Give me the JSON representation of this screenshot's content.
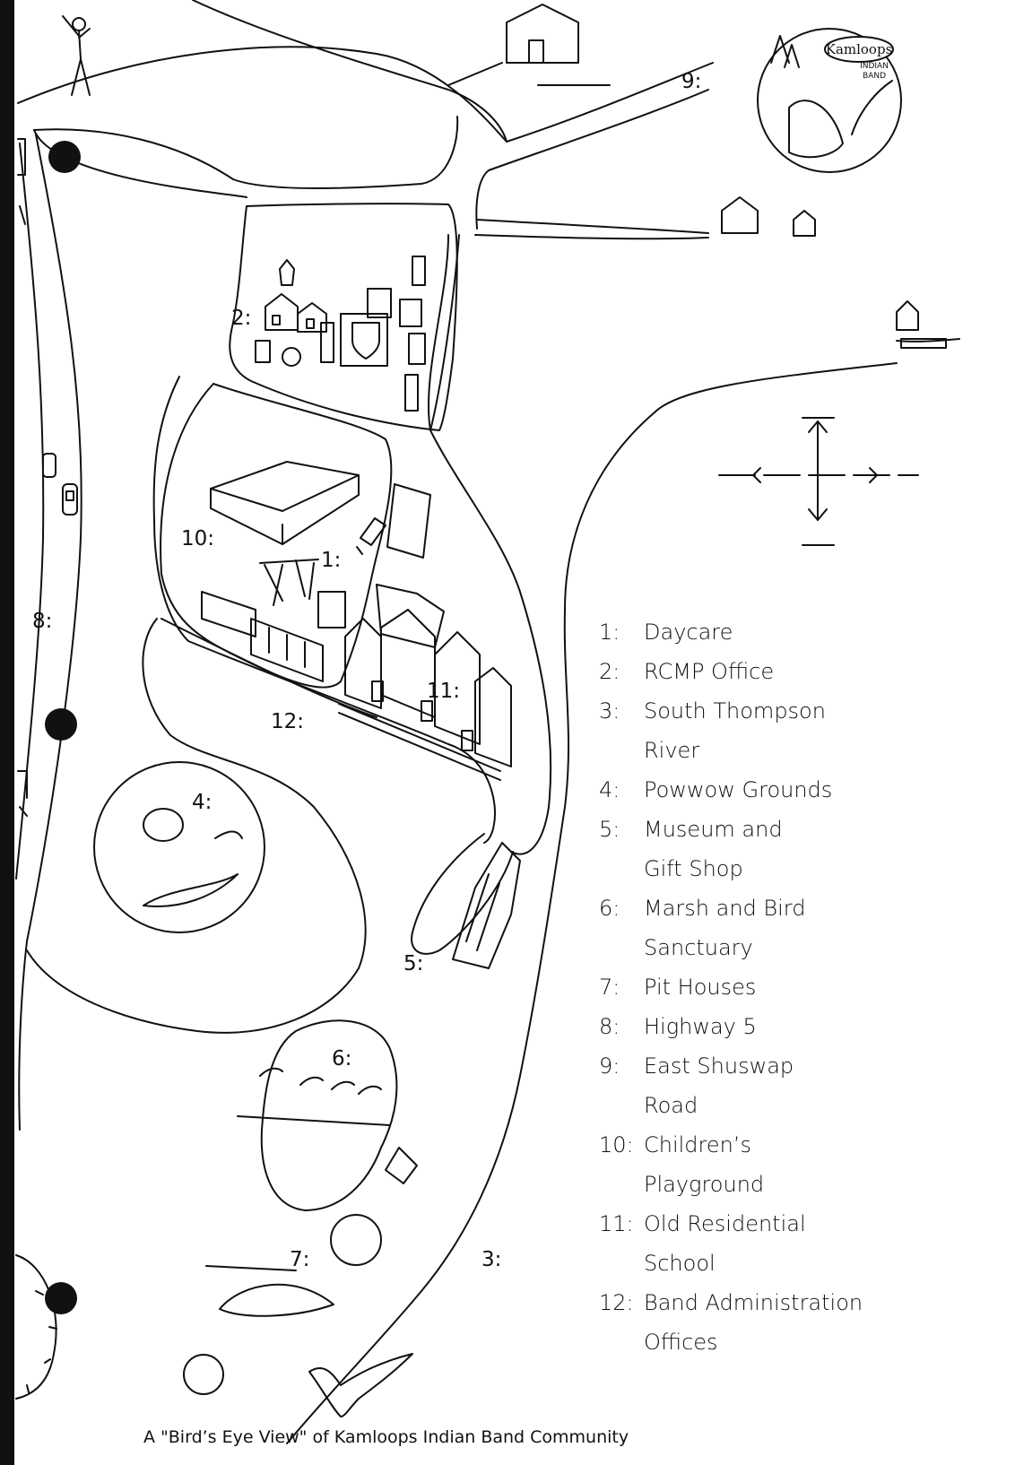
{
  "map": {
    "labels": {
      "n1": "1:",
      "n2": "2:",
      "n3": "3:",
      "n4": "4:",
      "n5": "5:",
      "n6": "6:",
      "n7": "7:",
      "n8": "8:",
      "n9": "9:",
      "n10": "10:",
      "n11": "11:",
      "n12": "12:"
    },
    "logo": {
      "line1": "Kamloops",
      "line2": "INDIAN",
      "line3": "BAND"
    }
  },
  "legend": [
    {
      "num": "1:",
      "lines": [
        "Daycare"
      ]
    },
    {
      "num": "2:",
      "lines": [
        "RCMP Office"
      ]
    },
    {
      "num": "3:",
      "lines": [
        "South Thompson",
        "River"
      ]
    },
    {
      "num": "4:",
      "lines": [
        "Powwow Grounds"
      ]
    },
    {
      "num": "5:",
      "lines": [
        "Museum and",
        "Gift Shop"
      ]
    },
    {
      "num": "6:",
      "lines": [
        "Marsh and Bird",
        "Sanctuary"
      ]
    },
    {
      "num": "7:",
      "lines": [
        "Pit Houses"
      ]
    },
    {
      "num": "8:",
      "lines": [
        "Highway 5"
      ]
    },
    {
      "num": "9:",
      "lines": [
        "East Shuswap",
        "Road"
      ]
    },
    {
      "num": "10:",
      "lines": [
        "Children’s",
        "Playground"
      ]
    },
    {
      "num": "11:",
      "lines": [
        "Old Residential",
        "School"
      ]
    },
    {
      "num": "12:",
      "lines": [
        "Band Administration",
        "Offices"
      ]
    }
  ],
  "caption": "A \"Bird’s Eye View\" of Kamloops Indian Band Community",
  "colors": {
    "ink": "#111111",
    "paper": "#ffffff"
  }
}
